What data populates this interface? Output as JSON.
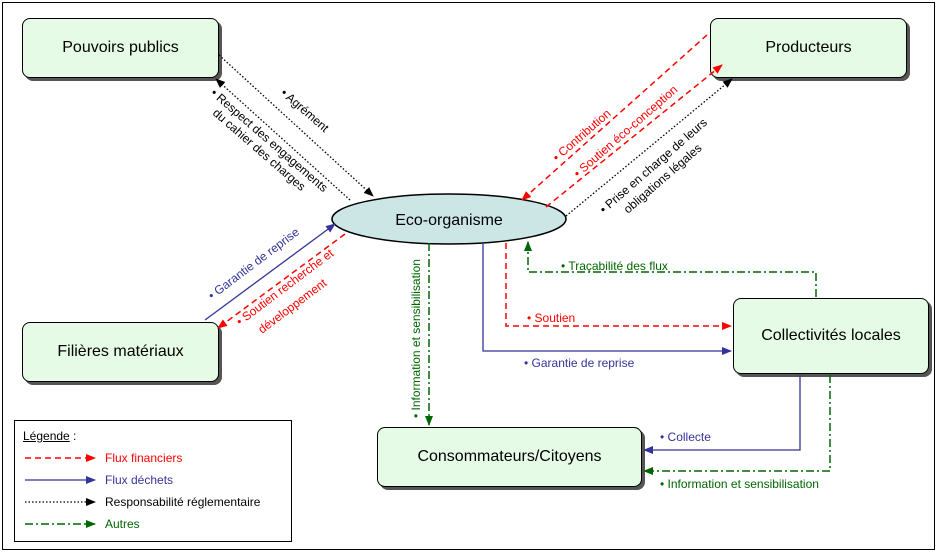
{
  "nodes": {
    "pouvoirs": "Pouvoirs publics",
    "producteurs": "Producteurs",
    "eco": "Eco-organisme",
    "filieres": "Filières matériaux",
    "collectivites": "Collectivités locales",
    "consommateurs": "Consommateurs/Citoyens"
  },
  "edges": {
    "agrement": "• Agrément",
    "respect_1": "• Respect des engagements",
    "respect_2": "du cahier des charges",
    "contribution": "• Contribution",
    "soutien_eco": "• Soutien éco-conception",
    "prise_1": "• Prise en charge de leurs",
    "prise_2": "obligations légales",
    "garantie_filieres": "• Garantie de reprise",
    "soutien_rd_1": "• Soutien recherche et",
    "soutien_rd_2": "développement",
    "info_vertical": "• Information et sensibilisation",
    "tracabilite": "• Traçabilité des flux",
    "soutien": "• Soutien",
    "garantie_coll": "• Garantie de reprise",
    "collecte": "• Collecte",
    "info_bottom": "• Information et sensibilisation"
  },
  "legend": {
    "title": "Légende",
    "colon": " :",
    "items": [
      "Flux financiers",
      "Flux déchets",
      "Responsabilité réglementaire",
      "Autres"
    ]
  },
  "colors": {
    "financier": "#ff0000",
    "dechets": "#333399",
    "reglementaire": "#000000",
    "autres": "#006600",
    "box_fill": "#e6fbe6",
    "ellipse_fill": "#cce6e6"
  }
}
